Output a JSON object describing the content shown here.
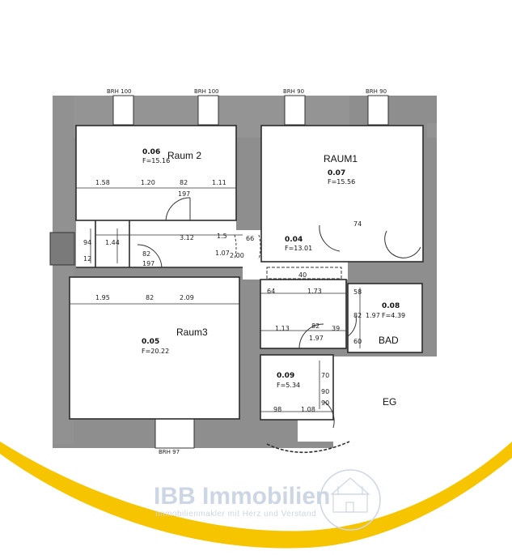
{
  "brh_labels": [
    "BRH 100",
    "BRH 100",
    "BRH 90",
    "BRH 90",
    "BRH 97"
  ],
  "rooms": [
    {
      "code": "0.06",
      "area": "F=15.16",
      "label": "Raum 2"
    },
    {
      "code": "0.07",
      "area": "F=15.56",
      "label": "RAUM1"
    },
    {
      "code": "0.04",
      "area": "F=13.01",
      "label": ""
    },
    {
      "code": "0.05",
      "area": "F=20.22",
      "label": "Raum3"
    },
    {
      "code": "0.08",
      "area": "F=4.39",
      "label": "BAD"
    },
    {
      "code": "0.09",
      "area": "F=5.34",
      "label": ""
    }
  ],
  "dimensions": {
    "raum2_row": [
      "1.58",
      "1.20",
      "82",
      "1.11"
    ],
    "raum2_door": "197",
    "left_wall": [
      "94",
      "1.44",
      "12"
    ],
    "corridor": [
      "3.12",
      "82",
      "197"
    ],
    "corridor_vertical": [
      "1.07",
      "2.00",
      "66",
      "1.5"
    ],
    "raum1_door": "74",
    "hall_small": "40",
    "raum3_row": [
      "1.95",
      "82",
      "2.09"
    ],
    "hall_row1": [
      "64",
      "1.73"
    ],
    "hall_row2": [
      "1.13",
      "82",
      "39",
      "1.97"
    ],
    "bad": [
      "58",
      "82",
      "1.97",
      "60"
    ],
    "wc": [
      "70",
      "90",
      "90"
    ],
    "wc_row": [
      "98",
      "1.08"
    ]
  },
  "floor_label": "EG",
  "logo": {
    "brand_prefix": "IBB",
    "brand_name": "Immobilien",
    "tagline": "Immobilienmakler mit Herz und Verstand"
  },
  "colors": {
    "wall": "#8a8a8a",
    "wall_dark": "#3a3a3a",
    "swoosh": "#f7c400",
    "logo": "#cdd6e4"
  }
}
